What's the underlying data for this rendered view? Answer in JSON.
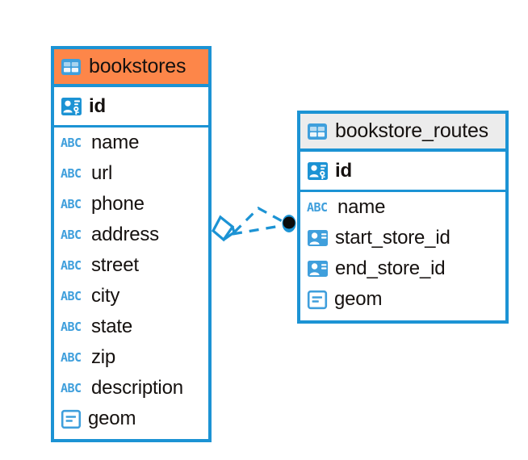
{
  "diagram": {
    "type": "entity-relationship-diagram",
    "background": "#ffffff",
    "accent_color": "#1c93d4",
    "highlight_color": "#fd8649",
    "neutral_header_color": "#ececec"
  },
  "entities": [
    {
      "name": "bookstores",
      "header_style": "orange",
      "table_icon": "table-icon",
      "primary_key": {
        "label": "id",
        "icon": "primary-key-icon"
      },
      "fields": [
        {
          "label": "name",
          "icon": "abc-text-icon",
          "icon_text": "ABC"
        },
        {
          "label": "url",
          "icon": "abc-text-icon",
          "icon_text": "ABC"
        },
        {
          "label": "phone",
          "icon": "abc-text-icon",
          "icon_text": "ABC"
        },
        {
          "label": "address",
          "icon": "abc-text-icon",
          "icon_text": "ABC"
        },
        {
          "label": "street",
          "icon": "abc-text-icon",
          "icon_text": "ABC"
        },
        {
          "label": "city",
          "icon": "abc-text-icon",
          "icon_text": "ABC"
        },
        {
          "label": "state",
          "icon": "abc-text-icon",
          "icon_text": "ABC"
        },
        {
          "label": "zip",
          "icon": "abc-text-icon",
          "icon_text": "ABC"
        },
        {
          "label": "description",
          "icon": "abc-text-icon",
          "icon_text": "ABC"
        },
        {
          "label": "geom",
          "icon": "geometry-icon",
          "icon_text": ""
        }
      ]
    },
    {
      "name": "bookstore_routes",
      "header_style": "grey",
      "table_icon": "table-icon",
      "primary_key": {
        "label": "id",
        "icon": "primary-key-icon"
      },
      "fields": [
        {
          "label": "name",
          "icon": "abc-text-icon",
          "icon_text": "ABC"
        },
        {
          "label": "start_store_id",
          "icon": "foreign-key-icon",
          "icon_text": ""
        },
        {
          "label": "end_store_id",
          "icon": "foreign-key-icon",
          "icon_text": ""
        },
        {
          "label": "geom",
          "icon": "geometry-icon",
          "icon_text": ""
        }
      ]
    }
  ],
  "relationship": {
    "from_entity": "bookstores",
    "to_entity": "bookstore_routes",
    "line_style": "dashed",
    "line_color": "#1c93d4",
    "from_marker": "crows-foot-diamond",
    "to_marker": "filled-circle"
  }
}
